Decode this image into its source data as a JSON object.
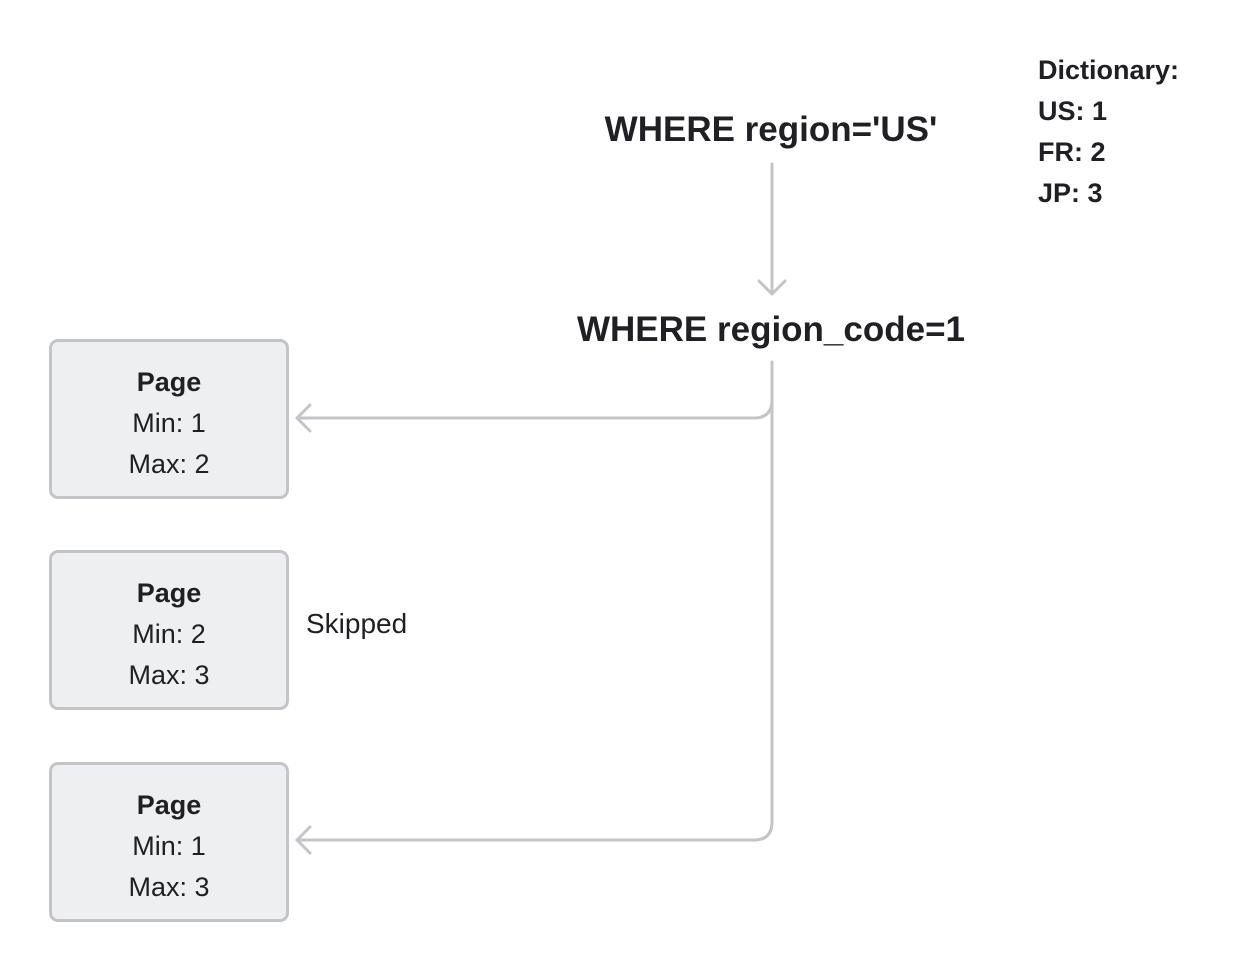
{
  "query": {
    "original": "WHERE region='US'",
    "rewritten": "WHERE region_code=1"
  },
  "dictionary": {
    "title": "Dictionary:",
    "entries": [
      "US: 1",
      "FR: 2",
      "JP: 3"
    ]
  },
  "pages": [
    {
      "title": "Page",
      "min": "Min: 1",
      "max": "Max: 2",
      "status": "read"
    },
    {
      "title": "Page",
      "min": "Min: 2",
      "max": "Max: 3",
      "status": "skipped"
    },
    {
      "title": "Page",
      "min": "Min: 1",
      "max": "Max: 3",
      "status": "read"
    }
  ],
  "skipped_label": "Skipped",
  "colors": {
    "text": "#1f1f24",
    "connector": "#c3c4c8",
    "box_fill": "#eeeff1",
    "box_border": "#c3c4c8"
  }
}
